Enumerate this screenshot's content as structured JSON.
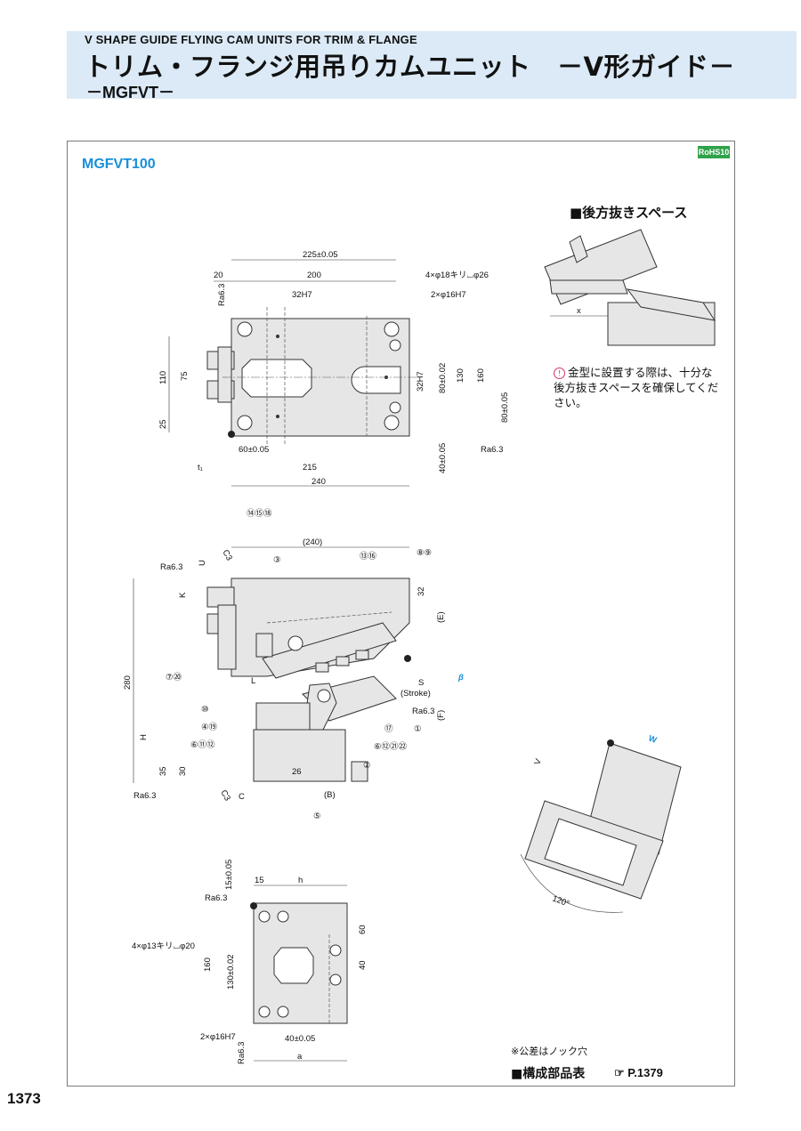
{
  "header": {
    "title_en": "V SHAPE GUIDE FLYING CAM UNITS FOR TRIM & FLANGE",
    "title_jp": "トリム・フランジ用吊りカムユニット　－V形ガイド－",
    "model_line": "－MGFVT－"
  },
  "product_code": "MGFVT100",
  "rohs_badge": "RoHS10",
  "rear_space": {
    "title": "■後方抜きスペース",
    "x_label": "x",
    "note": "金型に設置する際は、十分な後方抜きスペースを確保してください。"
  },
  "top_view": {
    "dims": {
      "d225": "225±0.05",
      "d20": "20",
      "d200": "200",
      "d32h7": "32H7",
      "holes_top": "4×φ18キリ⌴φ26",
      "pins_top": "2×φ16H7",
      "ra": "Ra6.3",
      "d110": "110",
      "d75": "75",
      "d25": "25",
      "d32h7v": "32H7",
      "d80_002": "80±0.02",
      "d130": "130",
      "d160": "160",
      "d80_005": "80±0.05",
      "d40_005": "40±0.05",
      "d60_005": "60±0.05",
      "t1": "t₁",
      "d215": "215",
      "d240": "240"
    }
  },
  "side_view": {
    "dims": {
      "d240p": "(240)",
      "c3": "C3",
      "u": "U",
      "k": "K",
      "d32": "32",
      "e": "(E)",
      "d280": "280",
      "h": "H",
      "d35": "35",
      "d30": "30",
      "d26": "26",
      "b": "(B)",
      "c": "C",
      "l": "L",
      "s": "S",
      "stroke": "(Stroke)",
      "f": "(F)",
      "beta": "β",
      "ra": "Ra6.3"
    },
    "balloons": [
      "⑭⑮⑱",
      "③",
      "⑬⑯",
      "⑧⑨",
      "⑦⑳",
      "⑩",
      "④⑲",
      "⑥⑪⑫",
      "⑰",
      "①",
      "⑥⑫㉑㉒",
      "②",
      "⑤"
    ]
  },
  "bottom_view": {
    "dims": {
      "d15_005": "15±0.05",
      "d15": "15",
      "h": "h",
      "ra": "Ra6.3",
      "holes": "4×φ13キリ⌴φ20",
      "d160": "160",
      "d130_002": "130±0.02",
      "d60": "60",
      "d40": "40",
      "pins": "2×φ16H7",
      "d40_005": "40±0.05",
      "a": "a"
    }
  },
  "v_guide_view": {
    "v": "V",
    "w": "W",
    "angle": "120°"
  },
  "footer": {
    "tolerance_note": "※公差はノック穴",
    "parts_table": "■構成部品表",
    "parts_ref": "P.1379",
    "page_number": "1373"
  }
}
